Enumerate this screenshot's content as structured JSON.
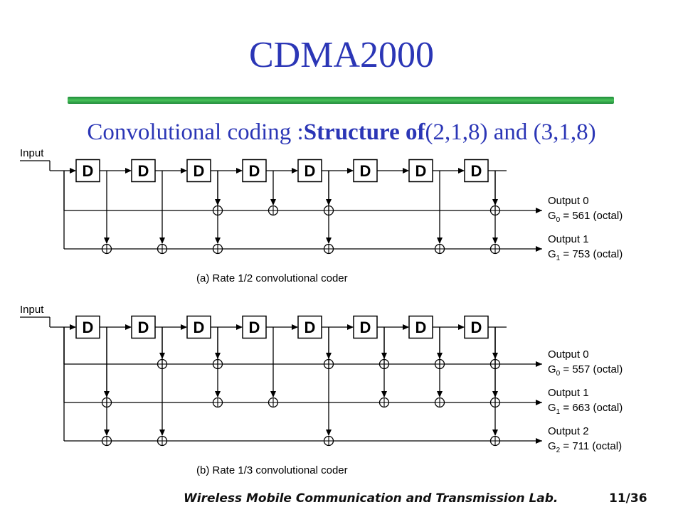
{
  "slide": {
    "title": "CDMA2000",
    "subtitle_pre": "Convolutional coding :",
    "subtitle_bold": "Structure of",
    "subtitle_post": "(2,1,8)  and  (3,1,8)",
    "footer_lab": "Wireless Mobile Communication and Transmission Lab.",
    "page": "11/36"
  },
  "colors": {
    "title": "#2b36b6",
    "rule": "#2e9e45",
    "line": "#000000"
  },
  "coders": [
    {
      "input_label": "Input",
      "delay_label": "D",
      "delay_count": 8,
      "caption": "(a)  Rate 1/2 convolutional coder",
      "outputs": [
        {
          "label": "Output 0",
          "g": "G",
          "sub": "0",
          "eq": " = 561 (octal)",
          "taps": [
            0,
            3,
            4,
            5,
            8
          ]
        },
        {
          "label": "Output 1",
          "g": "G",
          "sub": "1",
          "eq": " = 753 (octal)",
          "taps": [
            0,
            1,
            2,
            3,
            5,
            7,
            8
          ]
        }
      ]
    },
    {
      "input_label": "Input",
      "delay_label": "D",
      "delay_count": 8,
      "caption": "(b)  Rate 1/3 convolutional coder",
      "outputs": [
        {
          "label": "Output 0",
          "g": "G",
          "sub": "0",
          "eq": " = 557 (octal)",
          "taps": [
            0,
            2,
            3,
            5,
            6,
            7,
            8
          ]
        },
        {
          "label": "Output 1",
          "g": "G",
          "sub": "1",
          "eq": " = 663 (octal)",
          "taps": [
            0,
            1,
            3,
            4,
            6,
            7,
            8
          ]
        },
        {
          "label": "Output 2",
          "g": "G",
          "sub": "2",
          "eq": " = 711 (octal)",
          "taps": [
            0,
            1,
            2,
            5,
            8
          ]
        }
      ]
    }
  ]
}
